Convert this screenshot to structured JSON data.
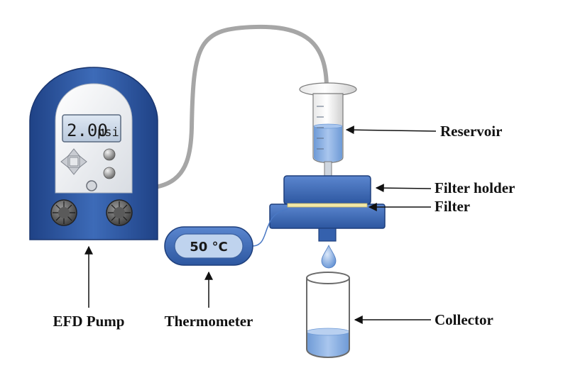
{
  "pump": {
    "display_value": "2.00",
    "display_unit": "psi"
  },
  "thermometer": {
    "display": "50 °C"
  },
  "labels": {
    "pump": "EFD Pump",
    "thermometer": "Thermometer",
    "reservoir": "Reservoir",
    "filter_holder": "Filter holder",
    "filter": "Filter",
    "collector": "Collector"
  },
  "colors": {
    "device_blue": "#2f5aa3",
    "device_blue_light": "#4a78c4",
    "liquid_blue": "#7aa8e0",
    "tube_gray": "#a6a6a6",
    "filter_yellow": "#f3e9a8"
  }
}
